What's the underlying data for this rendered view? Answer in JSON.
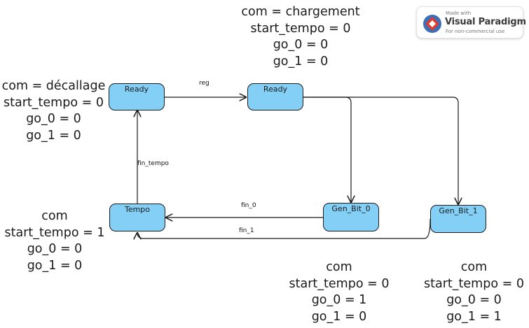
{
  "states": {
    "ready1": "Ready",
    "ready2": "Ready",
    "tempo": "Tempo",
    "gen_bit_0": "Gen_Bit_0",
    "gen_bit_1": "Gen_Bit_1"
  },
  "transitions": {
    "reg": "reg",
    "fin_tempo": "fin_tempo",
    "fin_0": "fin_0",
    "fin_1": "fin_1"
  },
  "notes": {
    "ready2": [
      "com = chargement",
      "start_tempo = 0",
      "go_0 = 0",
      "go_1 = 0"
    ],
    "ready1": [
      "com = décallage",
      "start_tempo = 0",
      "go_0 = 0",
      "go_1 = 0"
    ],
    "tempo": [
      "com",
      "start_tempo = 1",
      "go_0 = 0",
      "go_1 = 0"
    ],
    "gen_bit_0": [
      "com",
      "start_tempo = 0",
      "go_0 = 1",
      "go_1 = 0"
    ],
    "gen_bit_1": [
      "com",
      "start_tempo = 0",
      "go_0 = 0",
      "go_1 = 1"
    ]
  },
  "watermark": {
    "line1": "Made with",
    "brand": "Visual Paradigm",
    "line3": "For non-commercial use",
    "icon": "visual-paradigm-logo-icon"
  }
}
